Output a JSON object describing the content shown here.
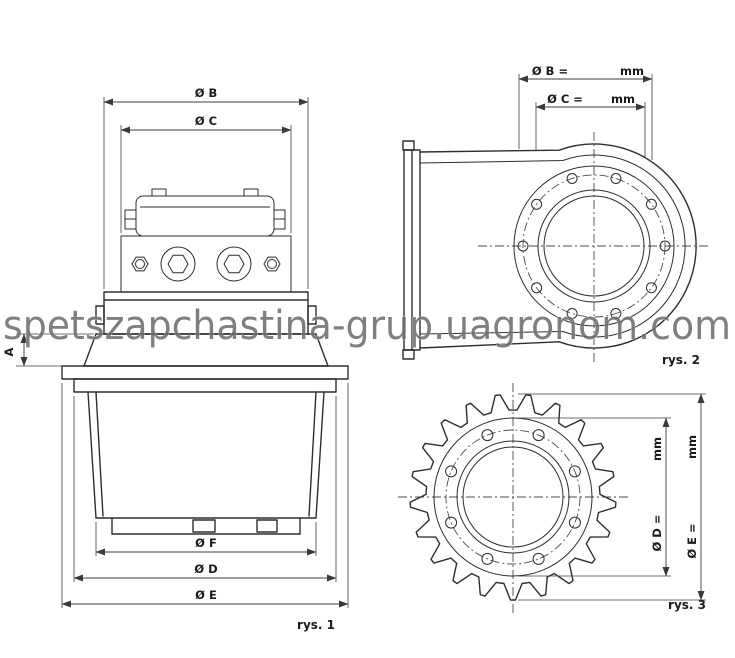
{
  "watermark": "spetszapchastina-grup.uagronom.com",
  "figure1": {
    "caption": "rys. 1",
    "dims": {
      "b": "Ø B",
      "c": "Ø C",
      "a": "A",
      "f": "Ø F",
      "d": "Ø D",
      "e": "Ø E"
    }
  },
  "figure2": {
    "caption": "rys. 2",
    "dims": {
      "b": "Ø B =",
      "b_unit": "mm",
      "c": "Ø C =",
      "c_unit": "mm"
    }
  },
  "figure3": {
    "caption": "rys. 3",
    "dims": {
      "d": "Ø D =",
      "d_unit": "mm",
      "e": "Ø E =",
      "e_unit": "mm"
    }
  }
}
